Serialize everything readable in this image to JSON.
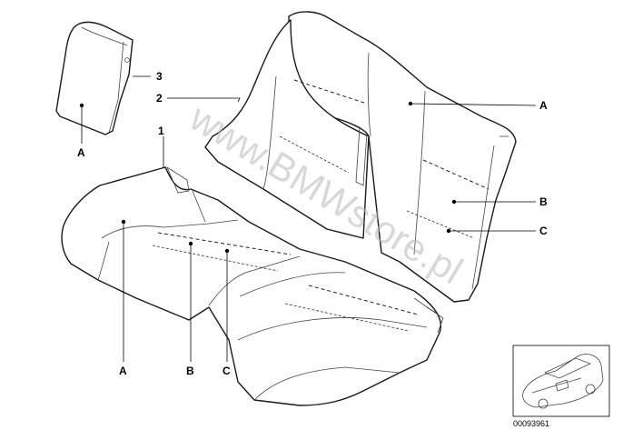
{
  "diagram": {
    "watermark": "www.BMWstore.pl",
    "reference_number": "00093961",
    "callouts": {
      "c1": "1",
      "c2": "2",
      "c3": "3",
      "back_A": "A",
      "back_B": "B",
      "back_C": "C",
      "arm_A": "A",
      "seat_A": "A",
      "seat_B": "B",
      "seat_C": "C"
    }
  }
}
